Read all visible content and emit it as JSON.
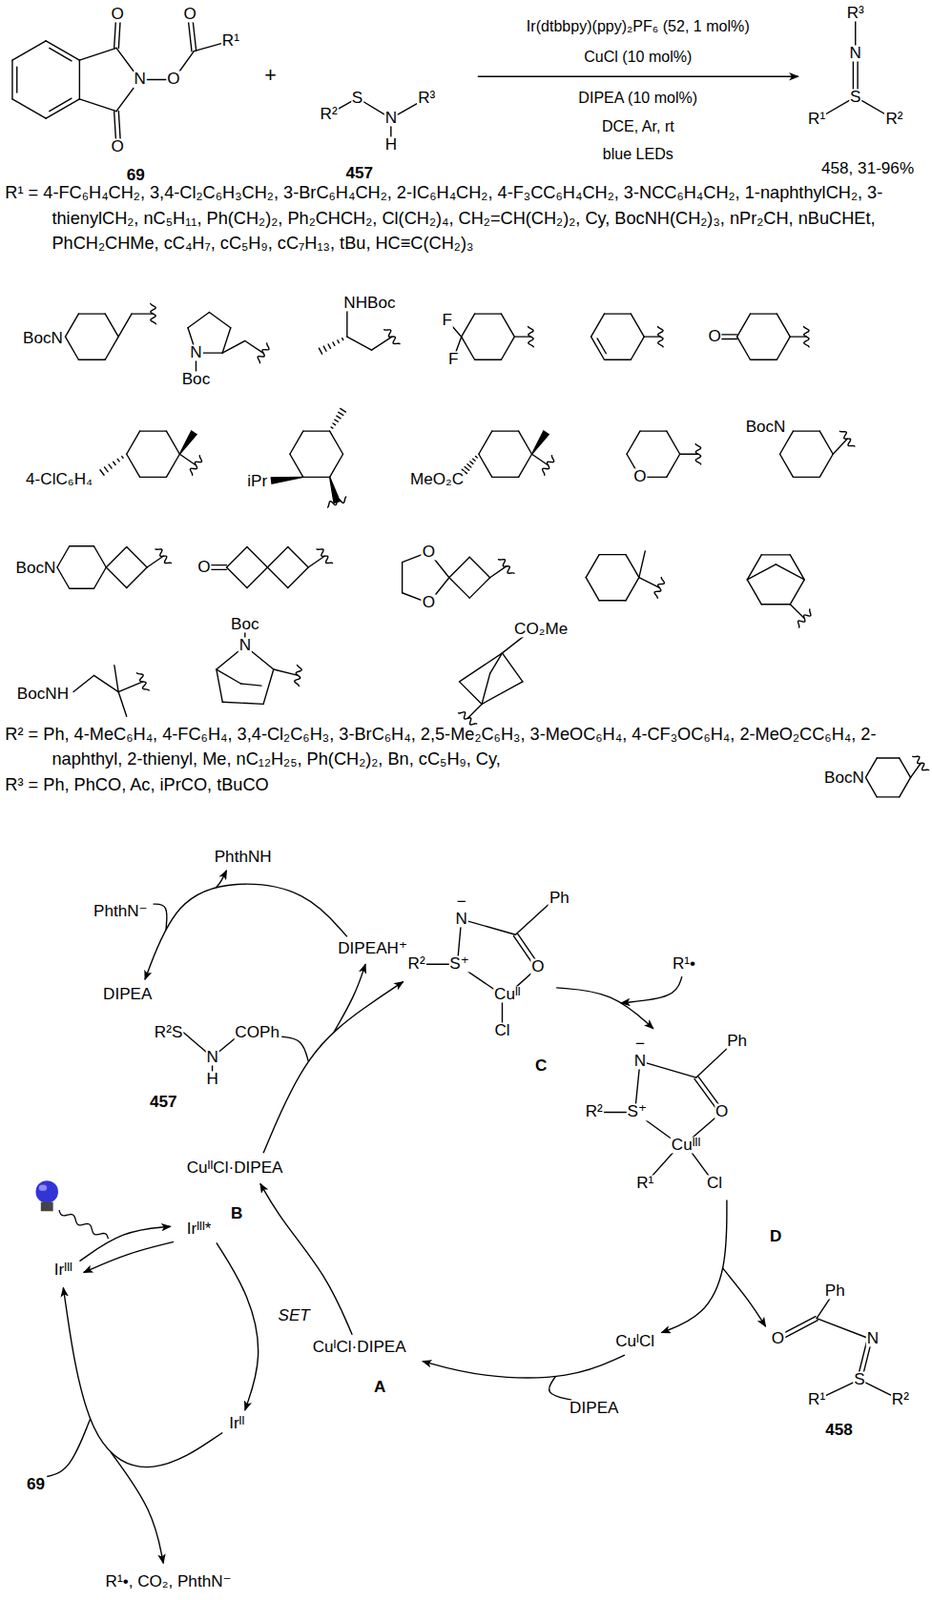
{
  "diagram": {
    "labels": [
      "O",
      "N",
      "O",
      "O",
      "R¹",
      "O",
      "69",
      "+",
      "R²",
      "S",
      "N",
      "H",
      "R³",
      "457",
      "Ir(dtbbpy)(ppy)₂PF₆ (52, 1 mol%)",
      "CuCl (10 mol%)",
      "DIPEA (10 mol%)",
      "DCE, Ar, rt",
      "blue LEDs",
      "R³",
      "N",
      "S",
      "R¹",
      "R²",
      "458, 31-96%",
      "R¹ = 4-FC₆H₄CH₂, 3,4-Cl₂C₆H₃CH₂, 3-BrC₆H₄CH₂, 2-IC₆H₄CH₂, 4-F₃CC₆H₄CH₂, 3-NCC₆H₄CH₂, 1-naphthylCH₂, 3-thienylCH₂, nC₅H₁₁, Ph(CH₂)₂, Ph₂CHCH₂, Cl(CH₂)₄, CH₂=CH(CH₂)₂, Cy, BocNH(CH₂)₃, nPr₂CH, nBuCHEt, PhCH₂CHMe, cC₄H₇, cC₅H₉, cC₇H₁₃, tBu, HC≡C(CH₂)₃",
      "BocN",
      "N",
      "Boc",
      "NHBoc",
      "F",
      "F",
      "O",
      "4-ClC₆H₄",
      "iPr",
      "MeO₂C",
      "O",
      "BocN",
      "BocN",
      "O",
      "O",
      "O",
      "BocNH",
      "Boc",
      "N",
      "CO₂Me",
      "R² = Ph, 4-MeC₆H₄, 4-FC₆H₄, 3,4-Cl₂C₆H₃, 3-BrC₆H₄, 2,5-Me₂C₆H₃, 3-MeOC₆H₄, 4-CF₃OC₆H₄, 2-MeO₂CC₆H₄, 2-naphthyl, 2-thienyl, Me, nC₁₂H₂₅, Ph(CH₂)₂, Bn, cC₅H₉, Cy,",
      "R³ = Ph, PhCO, Ac, iPrCO, tBuCO",
      "BocN",
      "PhthNH",
      "PhthN⁻",
      "DIPEAH⁺",
      "DIPEA",
      "R²S",
      "N",
      "COPh",
      "H",
      "457",
      "CuᴵᴵCl·DIPEA",
      "B",
      "−",
      "N",
      "Ph",
      "R²",
      "S⁺",
      "O",
      "Cuᴵᴵ",
      "Cl",
      "C",
      "R¹•",
      "−",
      "N",
      "Ph",
      "R²",
      "S⁺",
      "O",
      "Cuᴵᴵᴵ",
      "R¹",
      "Cl",
      "D",
      "Ph",
      "O",
      "N",
      "R¹",
      "S",
      "R²",
      "458",
      "CuᴵCl",
      "CuᴵCl·DIPEA",
      "A",
      "DIPEA",
      "Irᴵᴵᴵ*",
      "Irᴵᴵᴵ",
      "SET",
      "Irᴵᴵ",
      "69",
      "R¹•, CO₂, PhthN⁻"
    ]
  }
}
